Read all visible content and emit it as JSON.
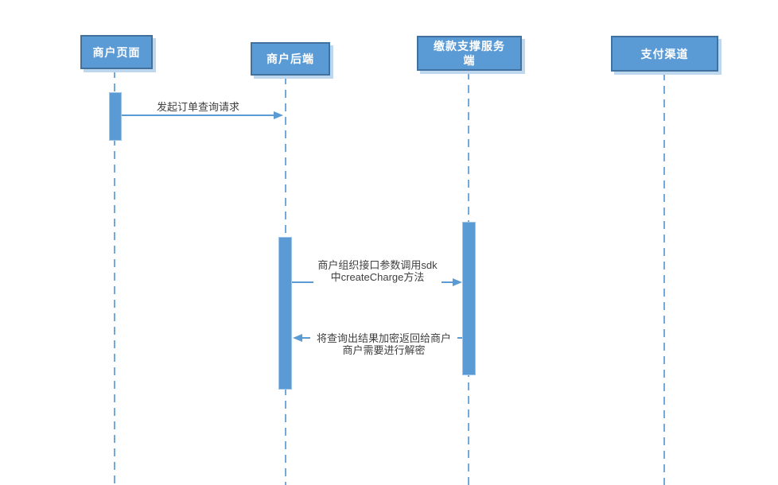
{
  "diagram": {
    "type": "uml-sequence-diagram",
    "lifelines": [
      {
        "id": "merchant-page",
        "label": "商户页面"
      },
      {
        "id": "merchant-backend",
        "label": "商户后端"
      },
      {
        "id": "payment-support-service",
        "label": "缴款支撑服务\n端"
      },
      {
        "id": "payment-channel",
        "label": "支付渠道"
      }
    ],
    "messages": [
      {
        "from": "merchant-page",
        "to": "merchant-backend",
        "direction": "right",
        "label": "发起订单查询请求"
      },
      {
        "from": "merchant-backend",
        "to": "payment-support-service",
        "direction": "right",
        "label": "商户组织接口参数调用sdk\n中createCharge方法"
      },
      {
        "from": "payment-support-service",
        "to": "merchant-backend",
        "direction": "left",
        "label": "将查询出结果加密返回给商户\n商户需要进行解密"
      }
    ],
    "activations": [
      {
        "lifeline": "merchant-page"
      },
      {
        "lifeline": "merchant-backend"
      },
      {
        "lifeline": "payment-support-service"
      }
    ],
    "colors": {
      "shape_fill": "#5B9BD5",
      "shape_border": "#41719C",
      "shape_shadow": "#BDD7EE",
      "lifeline_dash": "#74A9DB",
      "arrow": "#5B9BD5",
      "header_text": "#FFFFFF",
      "message_text": "#404040",
      "background": "#FFFFFF"
    }
  }
}
